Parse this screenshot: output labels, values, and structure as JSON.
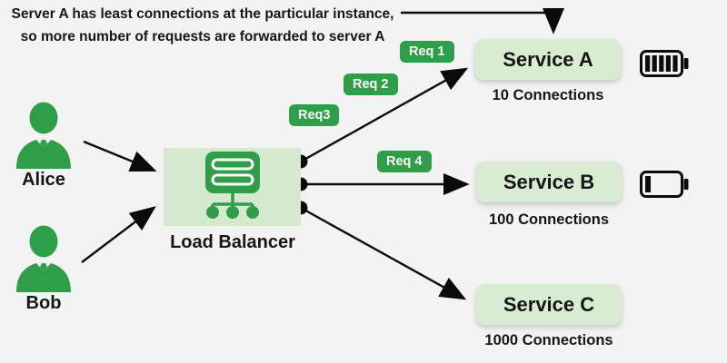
{
  "annotation": {
    "line1": "Server A has least connections at the particular instance,",
    "line2": "so more number of requests are forwarded to server A",
    "points_to": "Service A"
  },
  "users": [
    {
      "name": "Alice",
      "icon": "person-icon"
    },
    {
      "name": "Bob",
      "icon": "person-icon"
    }
  ],
  "load_balancer": {
    "label": "Load Balancer",
    "icon": "load-balancer-icon",
    "output_ports": 3
  },
  "requests": [
    {
      "label": "Req 1"
    },
    {
      "label": "Req 2"
    },
    {
      "label": "Req3"
    },
    {
      "label": "Req 4"
    }
  ],
  "services": [
    {
      "name": "Service A",
      "connections": "10 Connections",
      "battery_icon": "battery-full-icon"
    },
    {
      "name": "Service B",
      "connections": "100 Connections",
      "battery_icon": "battery-low-icon"
    },
    {
      "name": "Service C",
      "connections": "1000 Connections",
      "battery_icon": null
    }
  ],
  "edges": [
    {
      "from": "Alice",
      "to": "Load Balancer"
    },
    {
      "from": "Bob",
      "to": "Load Balancer"
    },
    {
      "from": "Load Balancer",
      "to": "Service A",
      "requests": [
        "Req 1",
        "Req 2",
        "Req3"
      ]
    },
    {
      "from": "Load Balancer",
      "to": "Service B",
      "requests": [
        "Req 4"
      ]
    },
    {
      "from": "Load Balancer",
      "to": "Service C",
      "requests": []
    },
    {
      "from": "annotation",
      "to": "Service A"
    }
  ],
  "colors": {
    "background": "#f2f3f2",
    "badge_green": "#2f9e49",
    "box_light_green": "#d8ecd2",
    "icon_green": "#2f9e48",
    "arrow_black": "#0b0b0b",
    "text": "#161616"
  }
}
